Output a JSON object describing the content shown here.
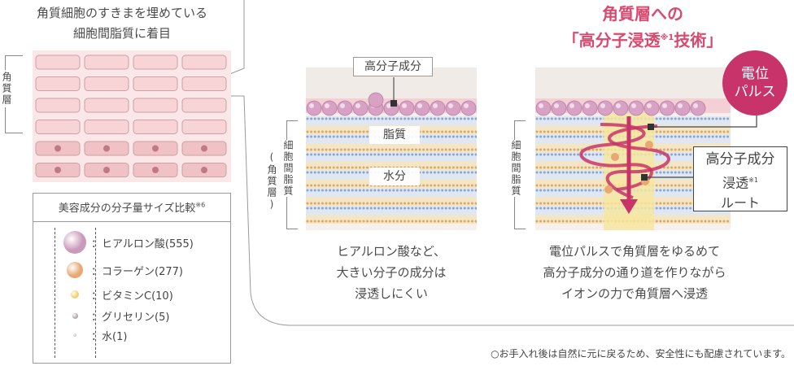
{
  "cell_panel": {
    "heading_line1": "角質細胞のすきまを埋めている",
    "heading_line2": "細胞間脂質に着目",
    "side_label": "角質層"
  },
  "legend": {
    "title": "美容成分の分子量サイズ比較",
    "title_note": "※6",
    "items": [
      {
        "label": "ヒアルロン酸(555)",
        "color": "#c99aba",
        "size": 28
      },
      {
        "label": "コラーゲン(277)",
        "color": "#e8a773",
        "size": 20
      },
      {
        "label": "ビタミンC(10)",
        "color": "#f2cf72",
        "size": 10
      },
      {
        "label": "グリセリン(5)",
        "color": "#b2a8b2",
        "size": 7
      },
      {
        "label": "水(1)",
        "color": "#d2c8d2",
        "size": 4
      }
    ]
  },
  "main_title": {
    "line1": "角質層への",
    "line2_open": "「高分子浸透",
    "line2_note": "※1",
    "line2_close": "技術」",
    "color": "#d94a6e"
  },
  "left_diagram": {
    "top_label": "高分子成分",
    "lipid_label": "脂質",
    "water_label": "水分",
    "side_label_inner": "細胞間脂質",
    "side_label_outer": "(角質層)",
    "caption_line1": "ヒアルロン酸など、",
    "caption_line2": "大きい分子の成分は",
    "caption_line3": "浸透しにくい"
  },
  "right_diagram": {
    "badge_line1": "電位",
    "badge_line2": "パルス",
    "badge_color": "#c8346a",
    "route_label_line1": "高分子成分",
    "route_label_line2": "浸透",
    "route_label_note": "※1",
    "route_label_line3": "ルート",
    "side_label": "細胞間脂質",
    "caption_line1": "電位パルスで角質層をゆるめて",
    "caption_line2": "高分子成分の通り道を作りながら",
    "caption_line3": "イオンの力で角質層へ浸透"
  },
  "footnote": "○お手入れ後は自然に元に戻るため、安全性にも配慮されています。"
}
